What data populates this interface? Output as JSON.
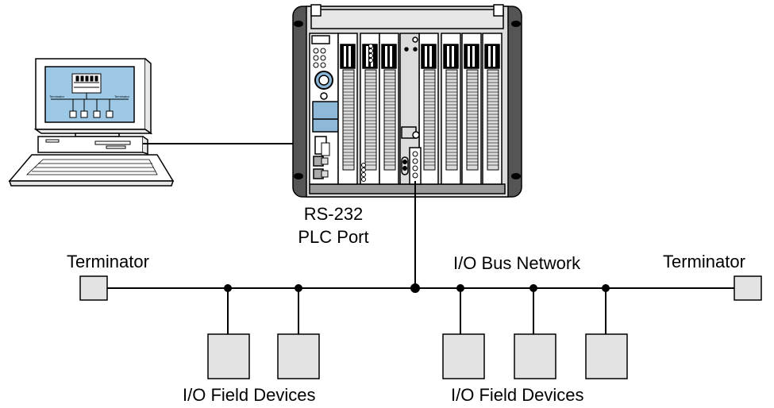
{
  "labels": {
    "plc_port_line1": "RS-232",
    "plc_port_line2": "PLC Port",
    "terminator_left": "Terminator",
    "terminator_right": "Terminator",
    "bus_network": "I/O Bus Network",
    "field_devices_left": "I/O Field Devices",
    "field_devices_right": "I/O Field Devices",
    "screen_terminator_left": "Terminator",
    "screen_terminator_right": "Terminator"
  },
  "colors": {
    "line": "#000000",
    "box_fill": "#e3e3e3",
    "rack_dark": "#555555",
    "rack_light": "#dcdcdc",
    "screen_blue": "#9ec9e6"
  }
}
